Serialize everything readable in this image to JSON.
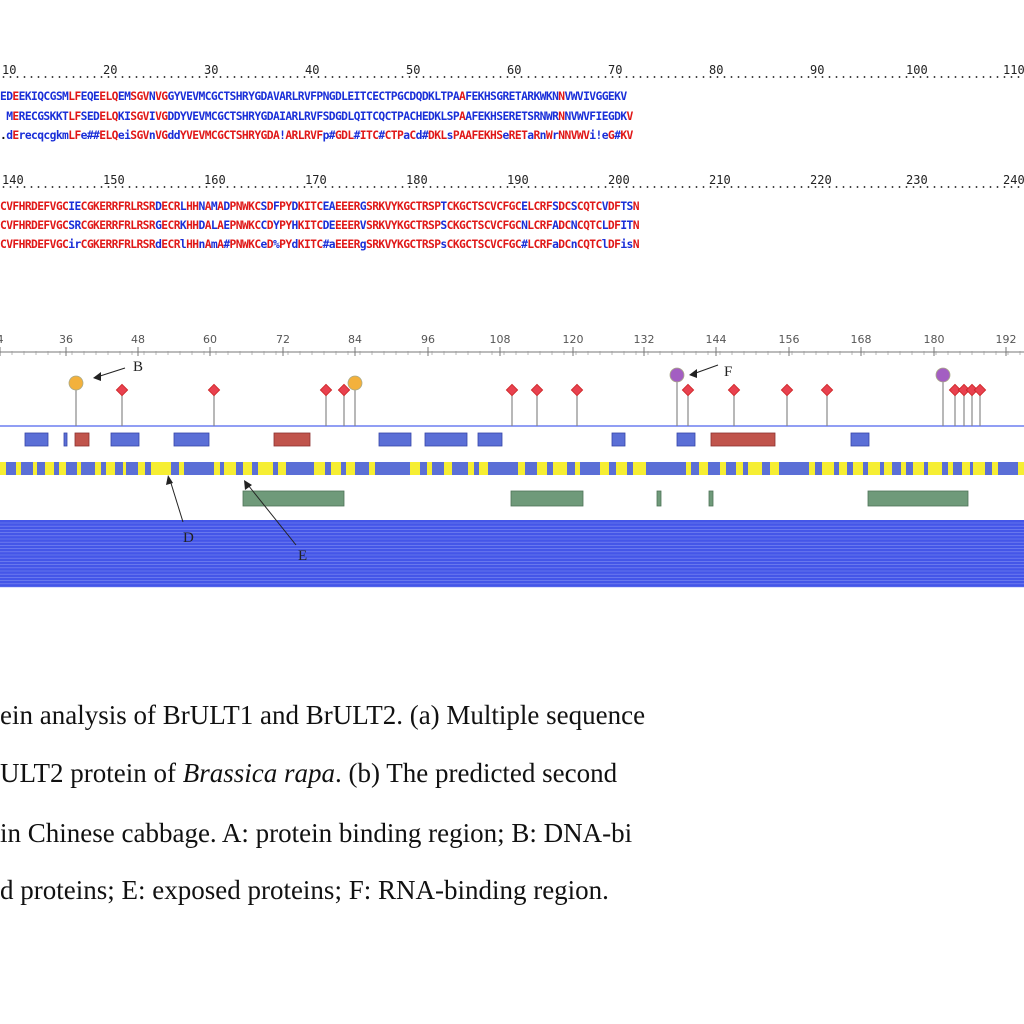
{
  "alignment": {
    "block1": {
      "ruler": [
        "10",
        "20",
        "30",
        "40",
        "50",
        "60",
        "70",
        "80",
        "90",
        "100",
        "110"
      ],
      "rows": [
        "EDEEKIQCGSMLFEQEELQEMSGVNVGGYVEVMCGCTSHRYGDAVARLRVFPNGDLEITCECTPGCDQDKLTPAAFEKHSGRETARKWKNNVWVIVGGEKV",
        " MERECGSKKTLFSEDELQKISGVIVGDDYVEVMCGCTSHRYGDAIARLRVFSDGDLQITCQCTPACHEDKLSPAAFEKHSERETSRNWRNNVWVFIEGDKV",
        ".dErecqcgkmLFe##ELQeiSGVnVGddYVEVMCGCTSHRYGDA!ARLRVFp#GDL#ITC#CTPaCd#DKLsPAAFEKHSeRETaRnWrNNVWVi!eG#KV"
      ]
    },
    "block2": {
      "ruler": [
        "140",
        "150",
        "160",
        "170",
        "180",
        "190",
        "200",
        "210",
        "220",
        "230",
        "240"
      ],
      "rows": [
        "CVFHRDEFVGCIECGKERRFRLRSRDECRLHHNAMADPNWKCSDFPYDKITCEAEEERGSRKVYKGCTRSPTCKGCTSCVCFGCELCRFSDCSCQTCVDFTSN",
        "CVFHRDEFVGCSRCGKERRFRLRSRGECRKHHDALAEPNWKCCDYPYHKITCDEEEERVSRKVYKGCTRSPSCKGCTSCVCFGCNLCRFADCNCQTCLDFITN",
        "CVFHRDEFVGCirCGKERRFRLRSRdECRlHHnAmA#PNWKCeD%PYdKITC#aEEERgSRKVYKGCTRSPsCKGCTSCVCFGC#LCRFaDCnCQTClDFisN"
      ]
    }
  },
  "domain_map": {
    "ruler": [
      "4",
      "36",
      "48",
      "60",
      "72",
      "84",
      "96",
      "108",
      "120",
      "132",
      "144",
      "156",
      "168",
      "180",
      "192"
    ],
    "labels": {
      "B": "B",
      "D": "D",
      "E": "E",
      "F": "F"
    }
  },
  "caption": {
    "line1": "ein analysis of BrULT1 and BrULT2. (a) Multiple sequence",
    "line2a": "ULT2 protein of ",
    "line2_italic": "Brassica rapa",
    "line2b": ". (b) The predicted second",
    "line3": "in Chinese cabbage. A: protein binding region; B: DNA-bi",
    "line4": "d proteins; E: exposed proteins; F: RNA-binding region."
  },
  "colors": {
    "identical": "#e01818",
    "similar": "#1a2fd8",
    "dna_binding": "#f3b13c",
    "rna_binding": "#a35ec2",
    "marker": "#e8414f",
    "helix": "#5b6fd6",
    "strand": "#c0544c",
    "buried": "#f6ee33",
    "exposed": "#6f9a7a",
    "disorder_band": "#4456e8"
  }
}
